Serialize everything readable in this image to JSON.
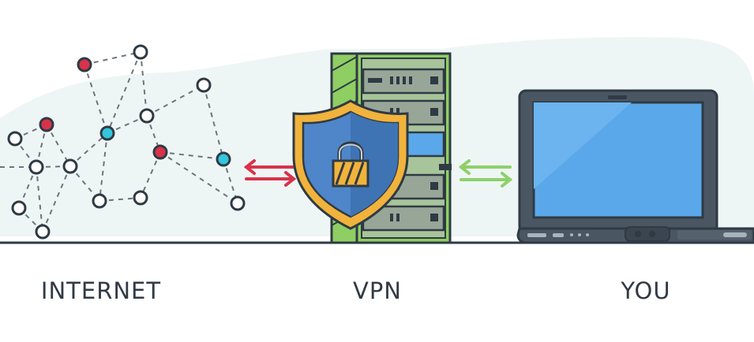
{
  "labels": {
    "internet": "INTERNET",
    "vpn": "VPN",
    "you": "YOU"
  },
  "colors": {
    "outline": "#2f3a44",
    "background_blob": "#eef6f5",
    "node_red": "#d9324a",
    "node_cyan": "#33c6dd",
    "node_white": "#ffffff",
    "arrow_red": "#d9324a",
    "arrow_green": "#8fd06a",
    "server_green": "#8fce63",
    "server_panel": "#98a698",
    "shield_blue": "#4f86c9",
    "shield_gold": "#f1b33b",
    "screen_blue": "#5aa8ea",
    "laptop_body": "#4a5763"
  },
  "icons": {
    "network": "network-graph-icon",
    "shield": "shield-lock-icon",
    "server": "server-rack-icon",
    "laptop": "laptop-icon",
    "arrows_left": "double-arrow-red-icon",
    "arrows_right": "double-arrow-green-icon"
  }
}
